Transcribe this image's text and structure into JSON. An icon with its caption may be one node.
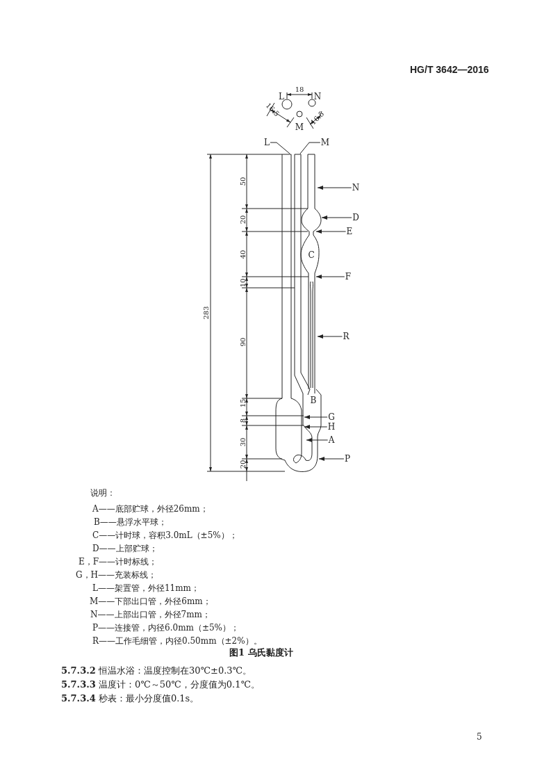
{
  "diagram": {
    "caption": "图1 乌氏黏度计",
    "nodes": [
      {
        "text": [
          "L"
        ]
      },
      {
        "text": [
          "M"
        ]
      },
      {
        "text": [
          "N"
        ]
      },
      {
        "text": [
          "D"
        ]
      },
      {
        "text": [
          "E"
        ]
      },
      {
        "text": [
          "F"
        ]
      },
      {
        "text": [
          "R"
        ]
      },
      {
        "text": [
          "G"
        ]
      },
      {
        "text": [
          "H"
        ]
      },
      {
        "text": [
          "A"
        ]
      },
      {
        "text": [
          "P"
        ]
      },
      {
        "text": [],
        "shape": "picture"
      }
    ],
    "edges": [
      {
        "from": 0,
        "to": 11,
        "arrow": "none"
      },
      {
        "from": 1,
        "to": 11,
        "arrow": "none"
      },
      {
        "from": 2,
        "to": 11,
        "arrow": "to"
      },
      {
        "from": 3,
        "to": 11,
        "arrow": "to"
      },
      {
        "from": 4,
        "to": 11,
        "arrow": "to"
      },
      {
        "from": 5,
        "to": 11,
        "arrow": "to"
      },
      {
        "from": 6,
        "to": 11,
        "arrow": "to"
      },
      {
        "from": 7,
        "to": 11,
        "arrow": "to"
      },
      {
        "from": 8,
        "to": 11,
        "arrow": "to"
      },
      {
        "from": 9,
        "to": 11,
        "arrow": "to"
      },
      {
        "from": 10,
        "to": 11,
        "arrow": "to"
      }
    ],
    "labels": [
      "HG/T 3642—2016",
      "L",
      "18",
      "N",
      "16.5",
      "M",
      "16.5",
      "50",
      "20",
      "40",
      "C",
      "10",
      "283",
      "90",
      "15",
      "B",
      "8",
      "30",
      "20",
      "说明：",
      "A——底部贮球，外径26mm；",
      "B——悬浮水平球；",
      "C——计时球，容积3.0mL（±5%）；",
      "D——上部贮球；",
      "E，F——计时标线；",
      "G，H——充装标线；",
      "L——架置管，外径11mm；",
      "M——下部出口管，外径6mm；",
      "N——上部出口管，外径7mm；",
      "P——连接管，内径6.0mm（±5%）；",
      "R——工作毛细管，内径0.50mm（±2%）。",
      "**5.7.3.2** 恒温水浴：温度控制在30℃±0.3℃。",
      "**5.7.3.3** 温度计：0℃～50℃，分度值为0.1℃。",
      "**5.7.3.4** 秒表：最小分度值0.1s。",
      "5"
    ]
  }
}
